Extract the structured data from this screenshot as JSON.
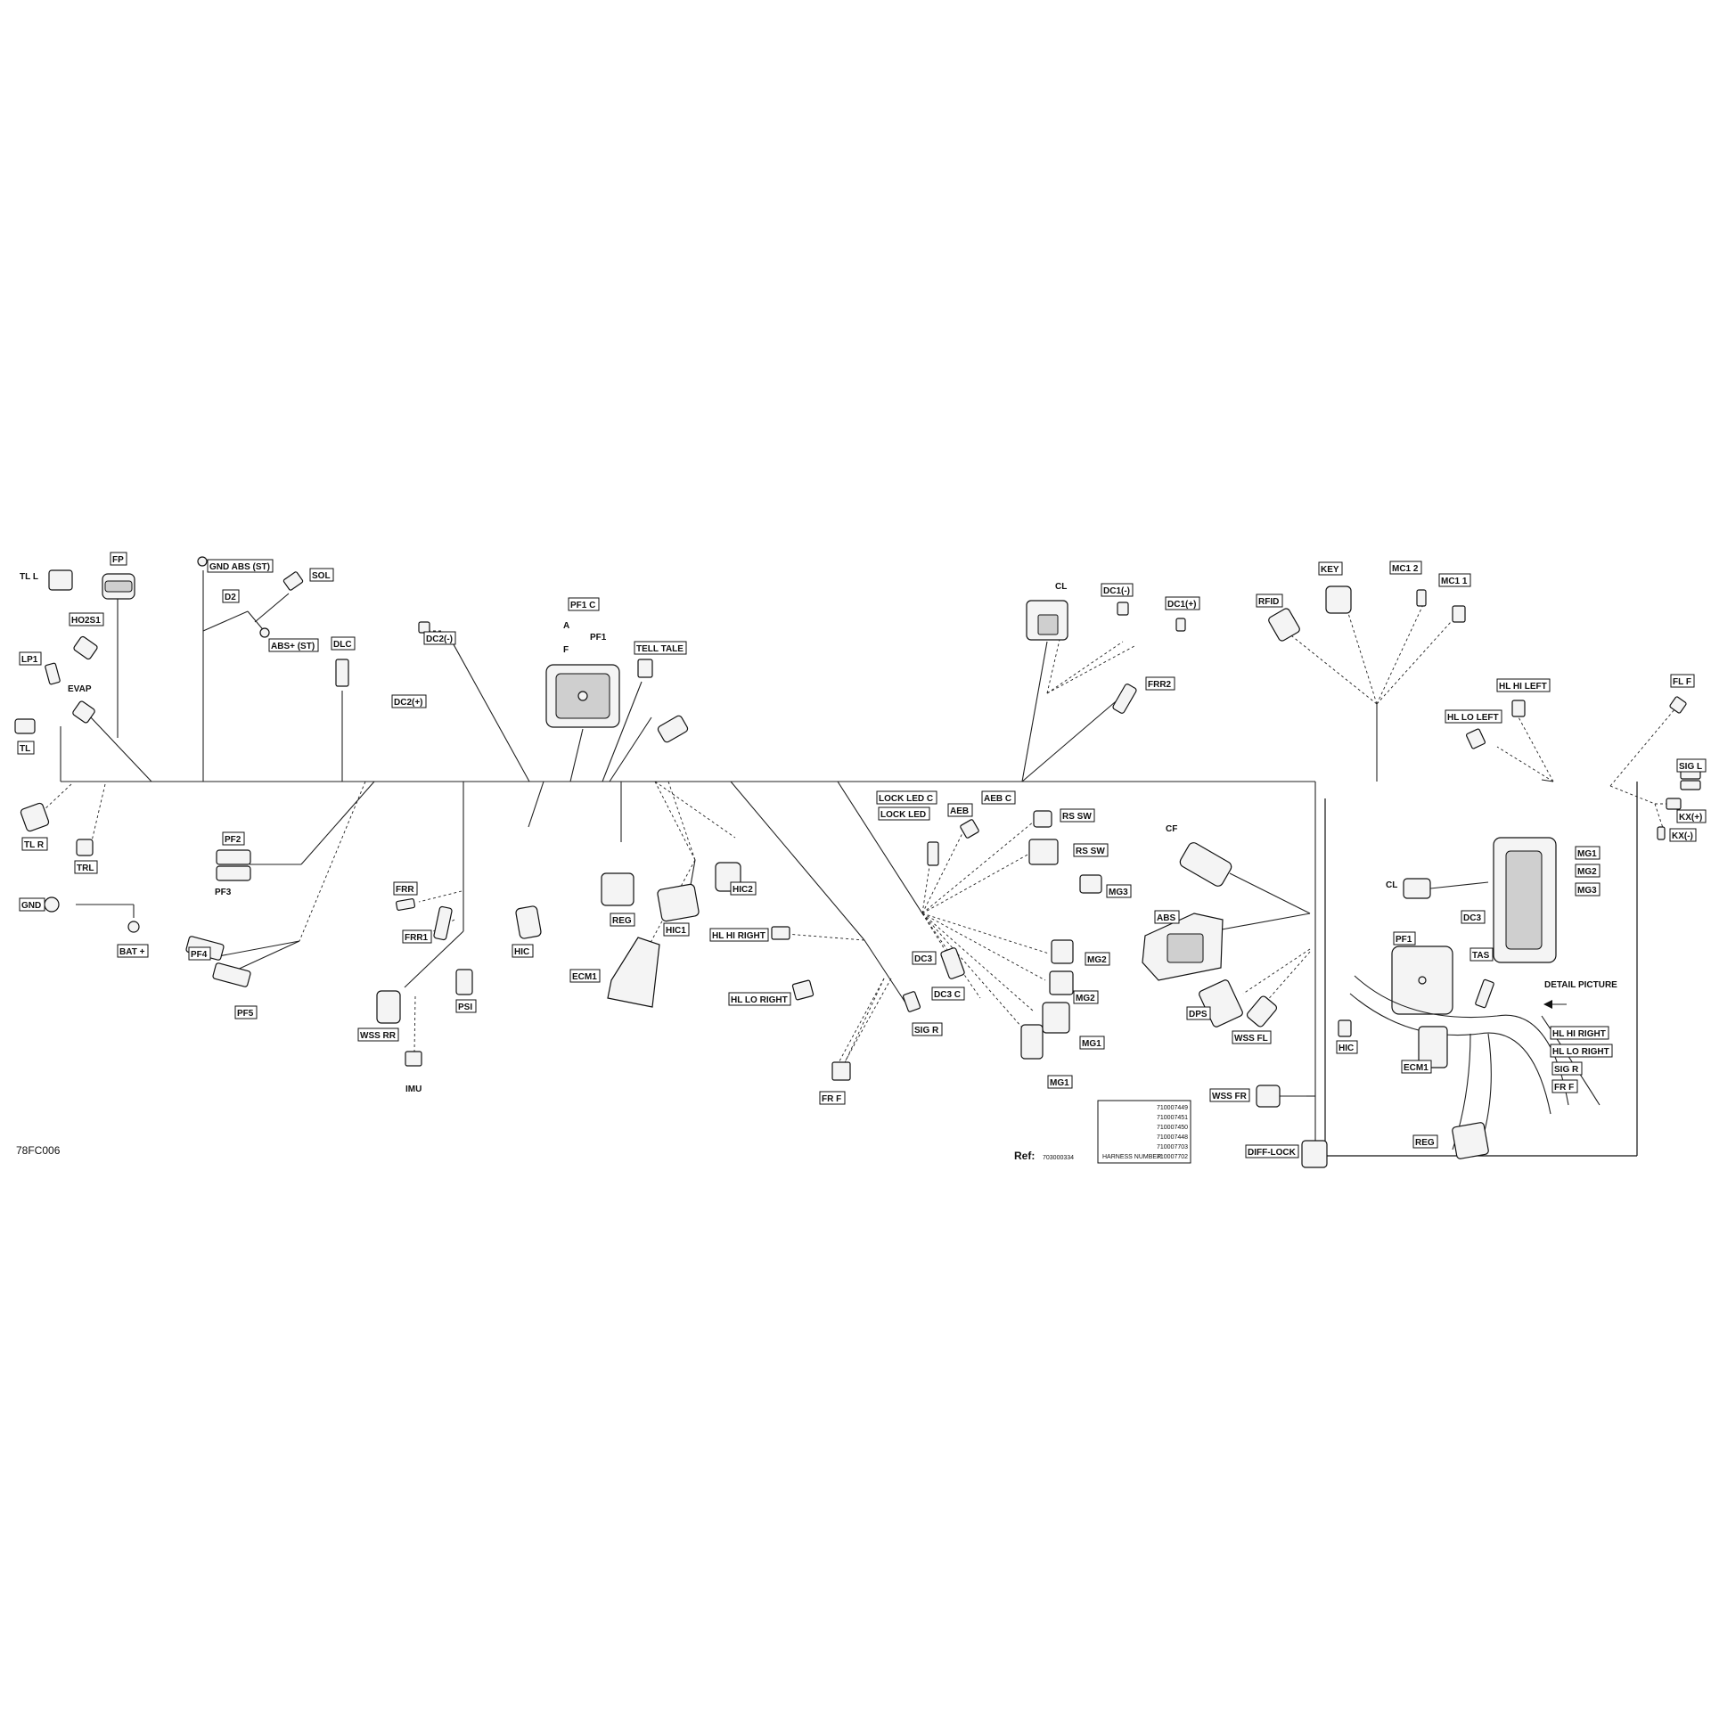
{
  "figure_id": "78FC006",
  "ref": {
    "label": "Ref:",
    "value": "703000334"
  },
  "harness": {
    "label": "HARNESS NUMBER:",
    "numbers": [
      "710007449",
      "710007451",
      "710007450",
      "710007448",
      "710007703",
      "710007702"
    ]
  },
  "labels": {
    "tl_l": "TL L",
    "fp": "FP",
    "gnd_abs_st": "GND ABS (ST)",
    "sol": "SOL",
    "ho2s1": "HO2S1",
    "d2": "D2",
    "abs_plus_st": "ABS+ (ST)",
    "lp1": "LP1",
    "evap": "EVAP",
    "dlc": "DLC",
    "dc2_minus": "DC2(-)",
    "dc2_plus": "DC2(+)",
    "tl": "TL",
    "pf1_c": "PF1 C",
    "a": "A",
    "pf1": "PF1",
    "f": "F",
    "tell_tale": "TELL TALE",
    "cl": "CL",
    "dc1_minus": "DC1(-)",
    "dc1_plus": "DC1(+)",
    "frr2": "FRR2",
    "rfid": "RFID",
    "key": "KEY",
    "mc1_2": "MC1 2",
    "mc1_1": "MC1 1",
    "hl_hi_left": "HL HI LEFT",
    "hl_lo_left": "HL LO LEFT",
    "fl_f": "FL F",
    "sig_l": "SIG L",
    "kx_plus": "KX(+)",
    "kx_minus": "KX(-)",
    "tl_r": "TL R",
    "trl": "TRL",
    "pf2": "PF2",
    "pf3": "PF3",
    "gnd": "GND",
    "bat_plus": "BAT +",
    "pf4": "PF4",
    "pf5": "PF5",
    "frr": "FRR",
    "frr1": "FRR1",
    "psi": "PSI",
    "wss_rr": "WSS RR",
    "imu": "IMU",
    "hic": "HIC",
    "reg": "REG",
    "hic1": "HIC1",
    "hic2": "HIC2",
    "ecm1": "ECM1",
    "hl_hi_right": "HL HI RIGHT",
    "hl_lo_right": "HL LO RIGHT",
    "sig_r": "SIG R",
    "fr_f": "FR F",
    "lock_led_c": "LOCK LED C",
    "lock_led": "LOCK LED",
    "aeb": "AEB",
    "aeb_c": "AEB C",
    "rs_sw_1": "RS SW",
    "rs_sw_2": "RS SW",
    "mg3": "MG3",
    "dc3": "DC3",
    "dc3_c": "DC3 C",
    "mg2": "MG2",
    "mg2b": "MG2",
    "mg1": "MG1",
    "mg1b": "MG1",
    "cf": "CF",
    "abs": "ABS",
    "dps": "DPS",
    "wss_fl": "WSS FL",
    "wss_fr": "WSS FR",
    "diff_lock": "DIFF-LOCK",
    "d_cl": "CL",
    "d_mg1": "MG1",
    "d_mg2": "MG2",
    "d_mg3": "MG3",
    "d_dc3": "DC3",
    "d_pf1": "PF1",
    "d_tas": "TAS",
    "d_detail": "DETAIL PICTURE",
    "d_hic": "HIC",
    "d_ecm1": "ECM1",
    "d_hl_hi_right": "HL HI RIGHT",
    "d_hl_lo_right": "HL LO RIGHT",
    "d_sig_r": "SIG R",
    "d_fr_f": "FR F",
    "d_reg": "REG"
  }
}
